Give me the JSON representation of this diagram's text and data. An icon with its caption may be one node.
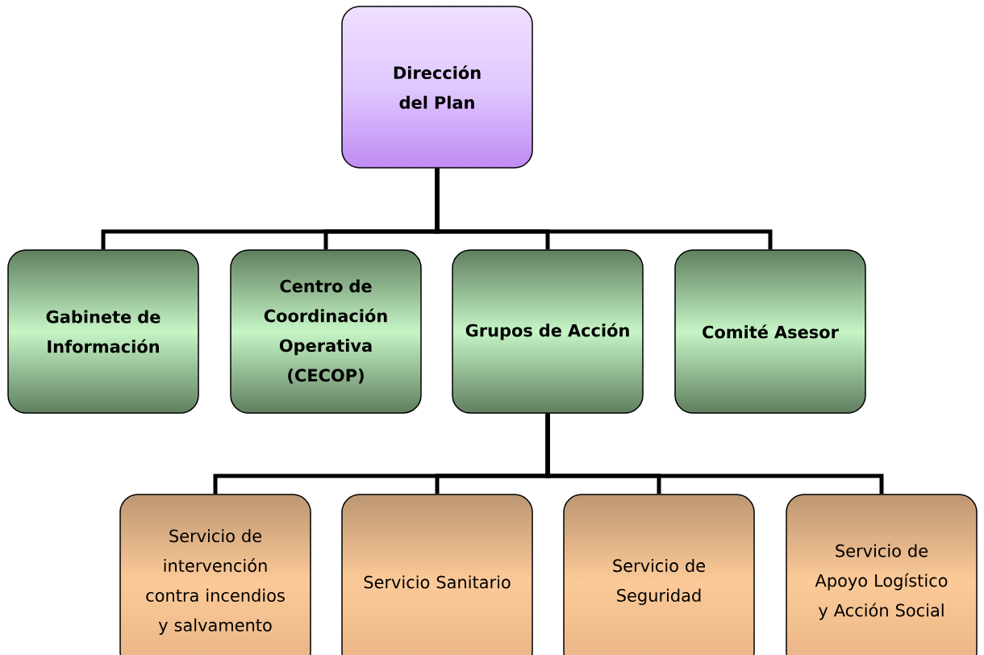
{
  "diagram": {
    "nodes": [
      {
        "text": [
          "Dirección del Plan"
        ]
      },
      {
        "text": [
          "Gabinete de Información"
        ]
      },
      {
        "text": [
          "Centro de Coordinación Operativa (CECOP)"
        ]
      },
      {
        "text": [
          "Grupos de Acción"
        ]
      },
      {
        "text": [
          "Comité Asesor"
        ]
      },
      {
        "text": [
          "Servicio de intervención contra incendios y salvamento"
        ]
      },
      {
        "text": [
          "Servicio Sanitario"
        ]
      },
      {
        "text": [
          "Servicio de Seguridad"
        ]
      },
      {
        "text": [
          "Servicio de Apoyo Logístico y Acción Social"
        ]
      }
    ],
    "edges": [
      {
        "from": 0,
        "to": 1,
        "arrow": "none"
      },
      {
        "from": 0,
        "to": 2,
        "arrow": "none"
      },
      {
        "from": 0,
        "to": 3,
        "arrow": "none"
      },
      {
        "from": 0,
        "to": 4,
        "arrow": "none"
      },
      {
        "from": 3,
        "to": 5,
        "arrow": "none"
      },
      {
        "from": 3,
        "to": 6,
        "arrow": "none"
      },
      {
        "from": 3,
        "to": 7,
        "arrow": "none"
      },
      {
        "from": 3,
        "to": 8,
        "arrow": "none"
      }
    ]
  }
}
